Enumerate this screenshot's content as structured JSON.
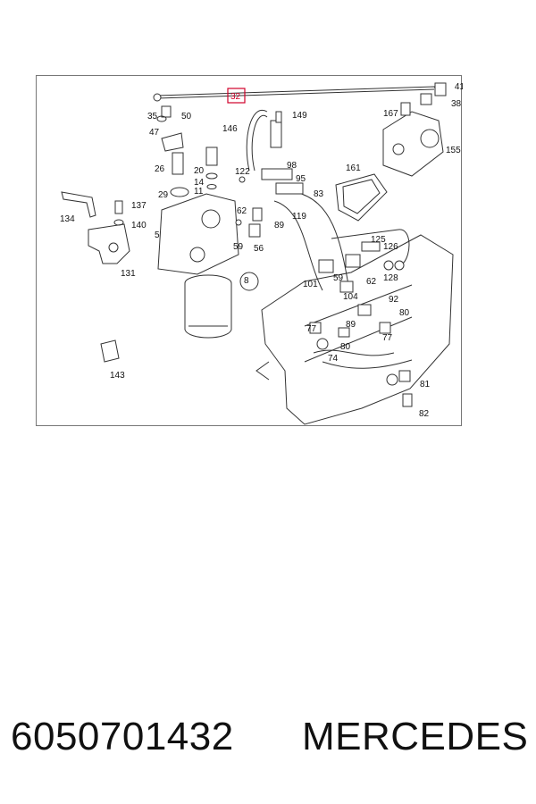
{
  "diagram": {
    "highlighted_label": "32",
    "callouts": [
      "41",
      "38",
      "35",
      "50",
      "149",
      "146",
      "167",
      "47",
      "155",
      "20",
      "26",
      "122",
      "98",
      "161",
      "14",
      "11",
      "95",
      "29",
      "83",
      "137",
      "134",
      "62",
      "119",
      "140",
      "89",
      "5",
      "59",
      "56",
      "125",
      "126",
      "128",
      "131",
      "8",
      "101",
      "59",
      "104",
      "92",
      "62",
      "80",
      "89",
      "77",
      "80",
      "77",
      "143",
      "74",
      "81",
      "82"
    ]
  },
  "footer": {
    "part_number": "6050701432",
    "brand": "MERCEDES"
  },
  "colors": {
    "highlight": "#d0002a",
    "frame": "#777777",
    "text": "#111111"
  }
}
